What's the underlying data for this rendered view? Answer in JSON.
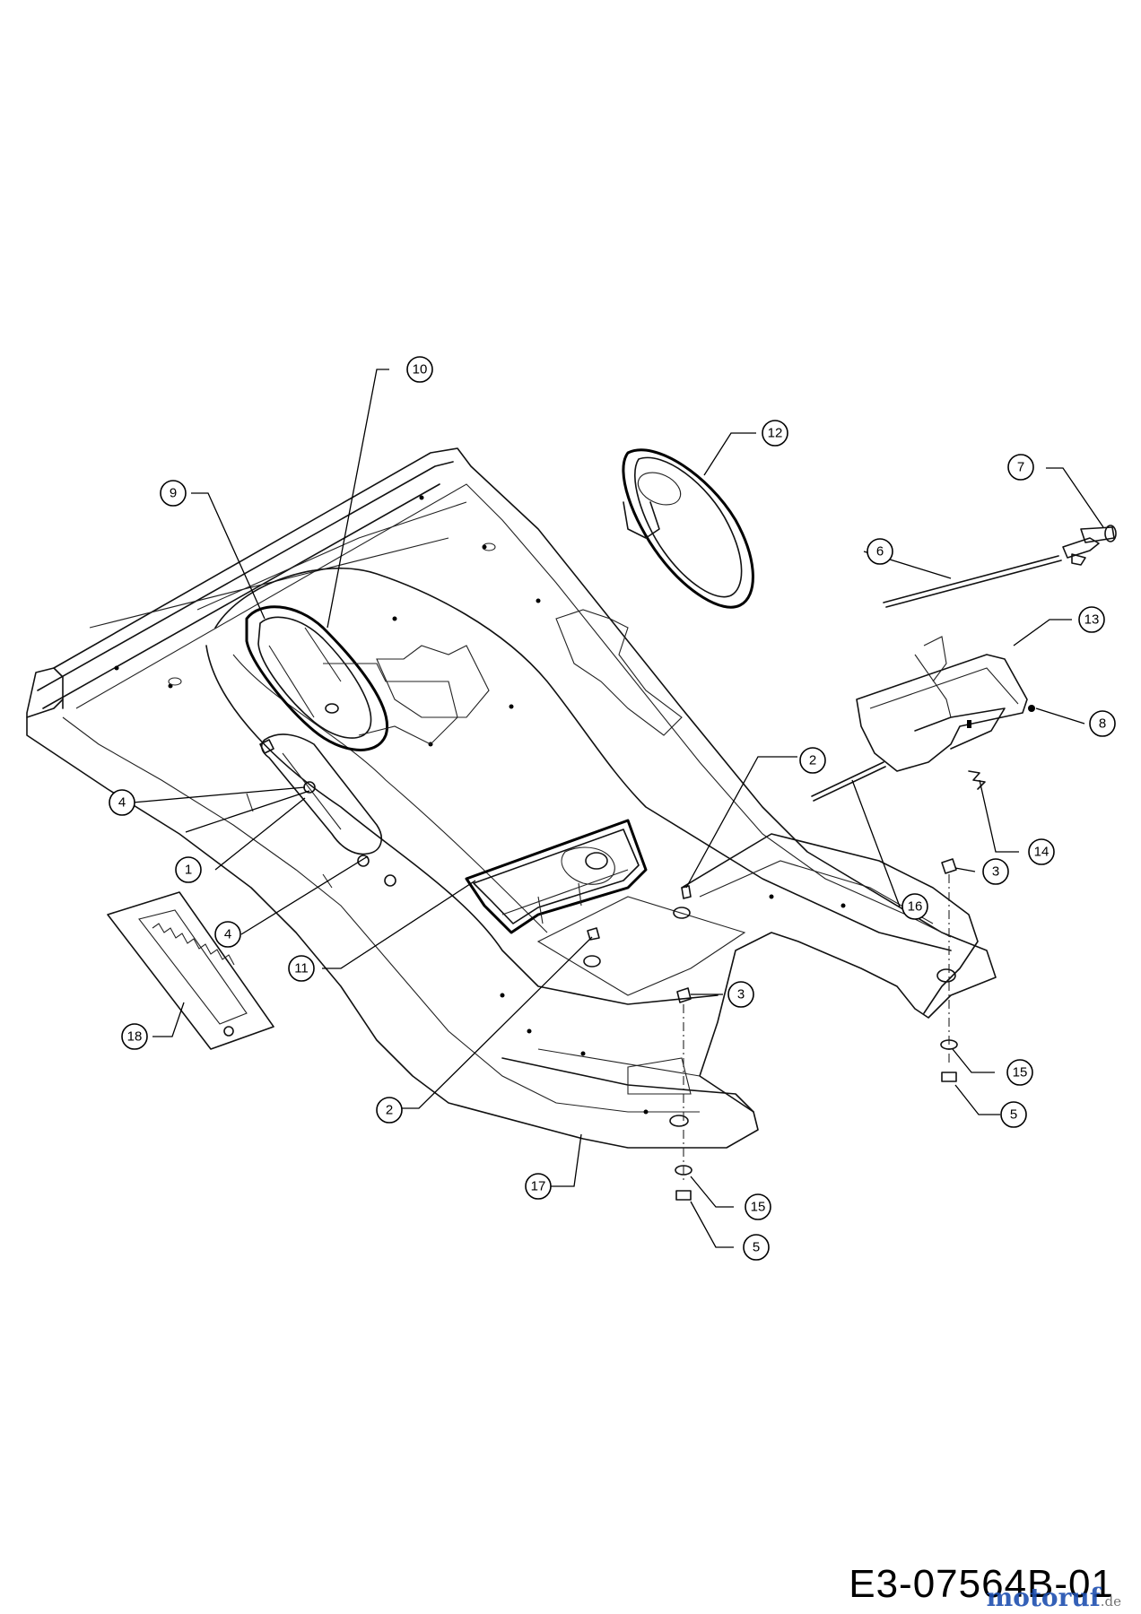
{
  "drawing": {
    "code": "E3-07564B-01",
    "watermark": "motoruf",
    "watermark_suffix": ".de"
  },
  "callouts": [
    {
      "id": "c1",
      "label": "1"
    },
    {
      "id": "c2a",
      "label": "2"
    },
    {
      "id": "c2b",
      "label": "2"
    },
    {
      "id": "c3a",
      "label": "3"
    },
    {
      "id": "c3b",
      "label": "3"
    },
    {
      "id": "c4a",
      "label": "4"
    },
    {
      "id": "c4b",
      "label": "4"
    },
    {
      "id": "c5a",
      "label": "5"
    },
    {
      "id": "c5b",
      "label": "5"
    },
    {
      "id": "c6",
      "label": "6"
    },
    {
      "id": "c7",
      "label": "7"
    },
    {
      "id": "c8",
      "label": "8"
    },
    {
      "id": "c9",
      "label": "9"
    },
    {
      "id": "c10",
      "label": "10"
    },
    {
      "id": "c11",
      "label": "11"
    },
    {
      "id": "c12",
      "label": "12"
    },
    {
      "id": "c13",
      "label": "13"
    },
    {
      "id": "c14",
      "label": "14"
    },
    {
      "id": "c15a",
      "label": "15"
    },
    {
      "id": "c15b",
      "label": "15"
    },
    {
      "id": "c16",
      "label": "16"
    },
    {
      "id": "c17",
      "label": "17"
    },
    {
      "id": "c18",
      "label": "18"
    }
  ]
}
